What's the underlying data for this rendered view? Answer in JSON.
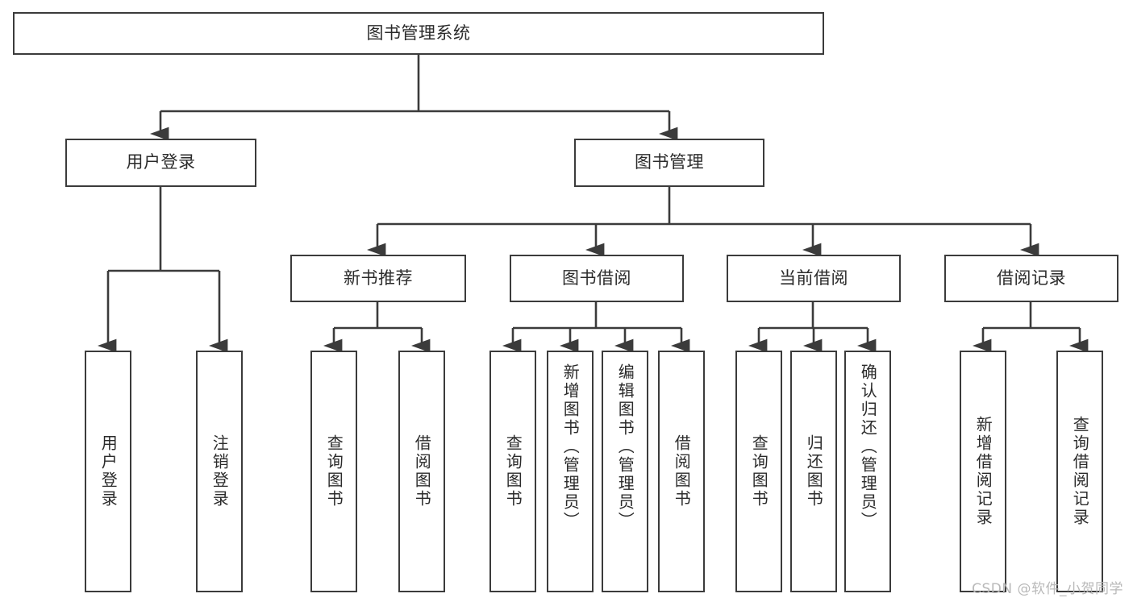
{
  "diagram": {
    "title": "图书管理系统",
    "type": "hierarchy-tree",
    "watermark": "CSDN @软件_小贺同学",
    "colors": {
      "box_stroke": "#3b3b3b",
      "box_fill": "#ffffff",
      "connector": "#3b3b3b",
      "text": "#2b2b2b",
      "watermark_text": "#b9b9b9",
      "background": "#ffffff"
    },
    "root": {
      "label": "图书管理系统",
      "orientation": "horizontal"
    },
    "level2": [
      {
        "label": "用户登录",
        "orientation": "horizontal"
      },
      {
        "label": "图书管理",
        "orientation": "horizontal"
      }
    ],
    "level3": [
      {
        "label": "新书推荐",
        "orientation": "horizontal"
      },
      {
        "label": "图书借阅",
        "orientation": "horizontal"
      },
      {
        "label": "当前借阅",
        "orientation": "horizontal"
      },
      {
        "label": "借阅记录",
        "orientation": "horizontal"
      }
    ],
    "leaves_user_login": [
      {
        "label": "用户登录",
        "orientation": "vertical"
      },
      {
        "label": "注销登录",
        "orientation": "vertical"
      }
    ],
    "leaves_new_books": [
      {
        "label": "查询图书",
        "orientation": "vertical"
      },
      {
        "label": "借阅图书",
        "orientation": "vertical"
      }
    ],
    "leaves_borrow": [
      {
        "label": "查询图书",
        "orientation": "vertical"
      },
      {
        "label": "新增图书（管理员）",
        "orientation": "vertical"
      },
      {
        "label": "编辑图书（管理员）",
        "orientation": "vertical"
      },
      {
        "label": "借阅图书",
        "orientation": "vertical"
      }
    ],
    "leaves_current": [
      {
        "label": "查询图书",
        "orientation": "vertical"
      },
      {
        "label": "归还图书",
        "orientation": "vertical"
      },
      {
        "label": "确认归还（管理员）",
        "orientation": "vertical"
      }
    ],
    "leaves_records": [
      {
        "label": "新增借阅记录",
        "orientation": "vertical"
      },
      {
        "label": "查询借阅记录",
        "orientation": "vertical"
      }
    ]
  }
}
